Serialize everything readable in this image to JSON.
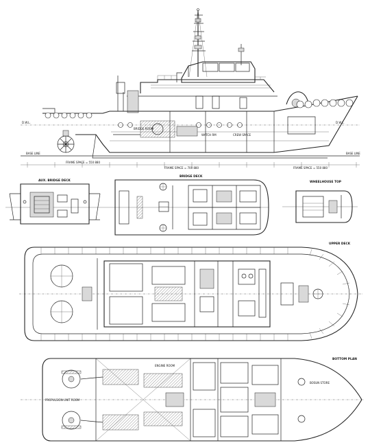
{
  "views": {
    "profile": {
      "dwl_left": "D.W.L.",
      "dwl_right": "D.W.L.",
      "bridge_room": "BRIDGE ROOM",
      "watch_rm": "WATCH RM",
      "crew_space": "CREW SPACE",
      "base_line_left": "BASE LINE",
      "base_line_right": "BASE LINE",
      "frame_space_1": "FRAME SPACE = 550 880",
      "frame_space_2": "FRAME SPACE = 700 880",
      "frame_space_3": "FRAME SPACE = 550 880"
    },
    "aux_bridge_deck": {
      "title": "AUX. BRIDGE DECK"
    },
    "bridge_deck": {
      "title": "BRIDGE DECK"
    },
    "wheelhouse_top": {
      "title": "WHEELHOUSE TOP"
    },
    "upper_deck": {
      "title": "UPPER DECK"
    },
    "bottom_plan": {
      "title": "BOTTOM PLAN",
      "engine_room": "ENGINE ROOM",
      "propulsion_unit_room": "PROPULSION UNIT ROOM",
      "bosun_store": "BOSUN STORE"
    }
  },
  "colors": {
    "line": "#222222",
    "background": "#ffffff",
    "fill": "#d9d9d9"
  }
}
